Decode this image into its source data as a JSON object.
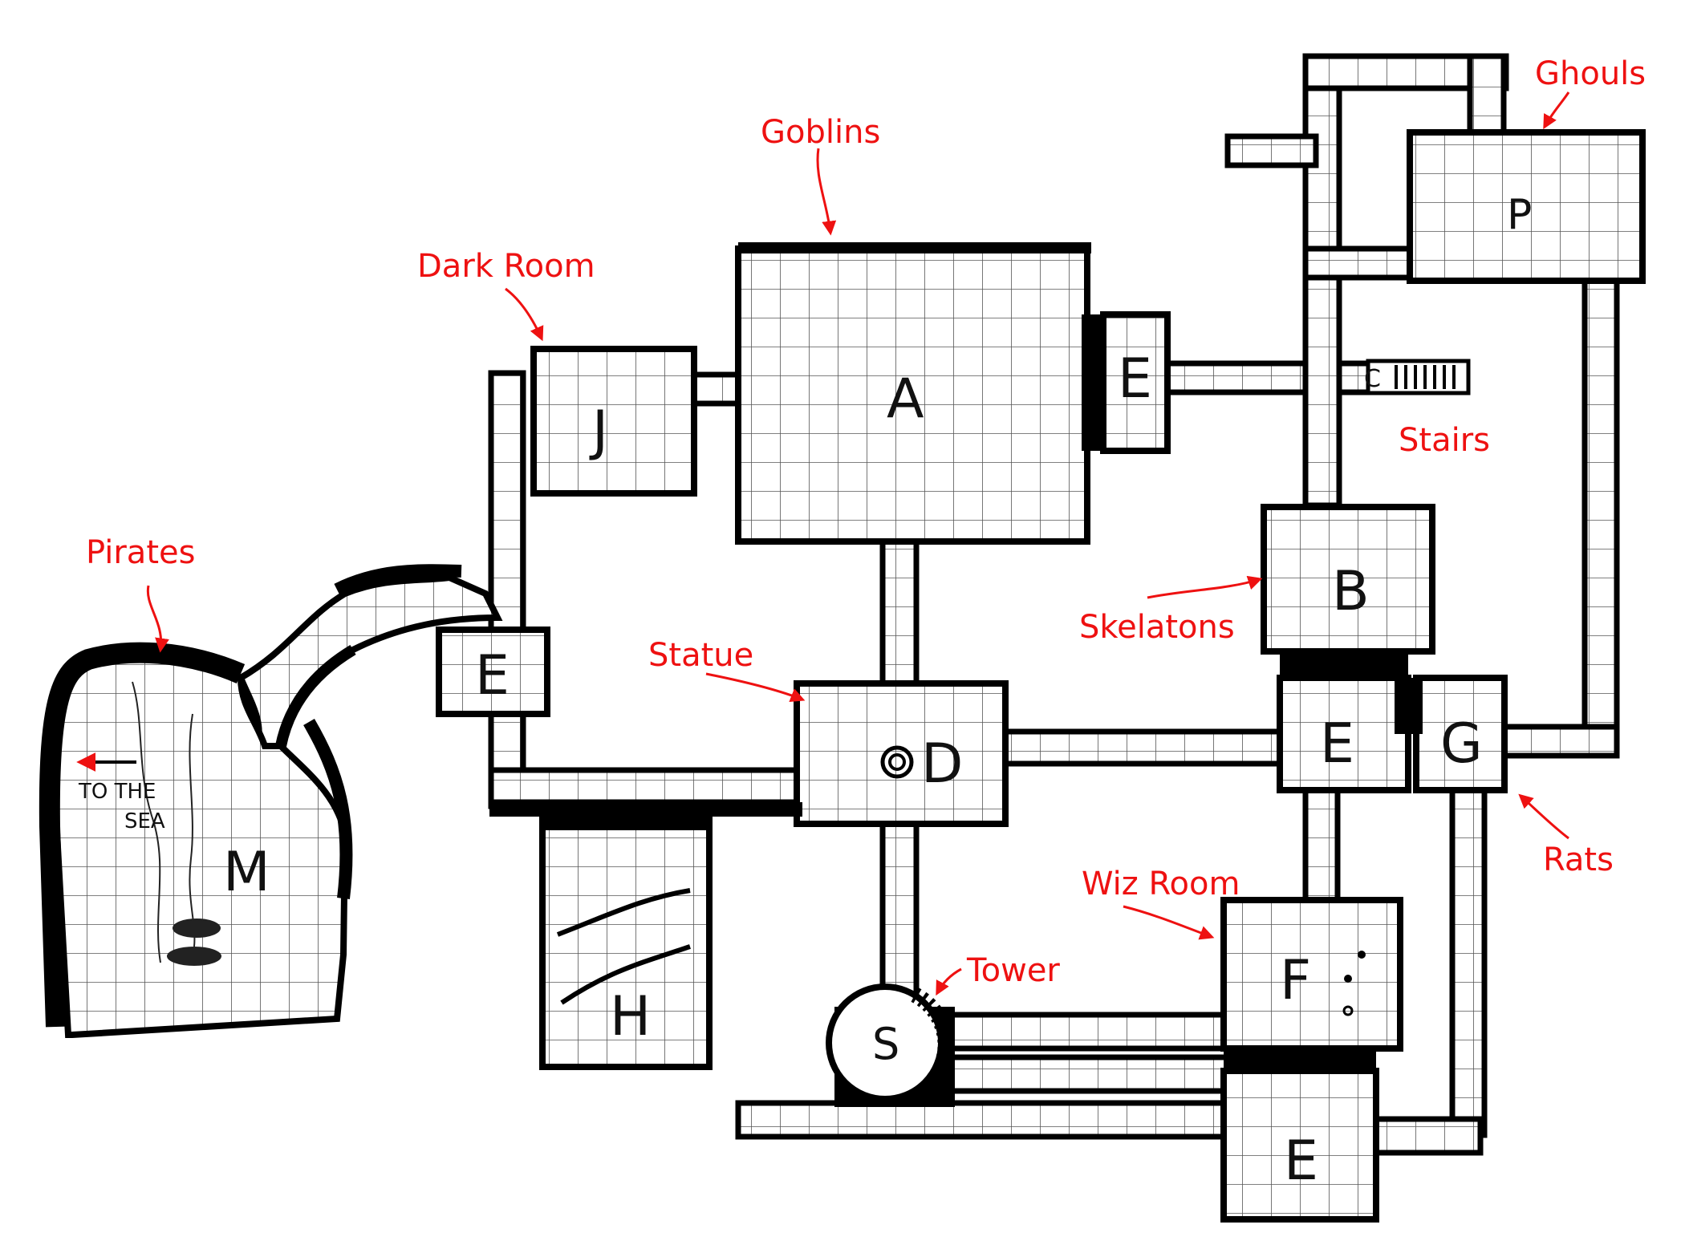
{
  "colors": {
    "annotation": "#ee1111",
    "wall": "#000000",
    "floor": "#ffffff",
    "grid": "#555555"
  },
  "map": {
    "rooms": [
      {
        "id": "A"
      },
      {
        "id": "B"
      },
      {
        "id": "D"
      },
      {
        "id": "E"
      },
      {
        "id": "F"
      },
      {
        "id": "G"
      },
      {
        "id": "H"
      },
      {
        "id": "J"
      },
      {
        "id": "M"
      },
      {
        "id": "P"
      },
      {
        "id": "S"
      }
    ],
    "extra_room_labels": {
      "e_east_of_a": "E",
      "e_west": "E",
      "e_south": "E",
      "stairs_c": "C"
    },
    "sea_note": {
      "line1": "TO THE",
      "line2": "SEA"
    }
  },
  "annotations": [
    {
      "text": "Ghouls",
      "arrow": true
    },
    {
      "text": "Goblins",
      "arrow": true
    },
    {
      "text": "Dark Room",
      "arrow": true
    },
    {
      "text": "Stairs",
      "arrow": false
    },
    {
      "text": "Pirates",
      "arrow": true
    },
    {
      "text": "Statue",
      "arrow": true
    },
    {
      "text": "Skelatons",
      "arrow": true
    },
    {
      "text": "Rats",
      "arrow": true
    },
    {
      "text": "Wiz Room",
      "arrow": true
    },
    {
      "text": "Tower",
      "arrow": true
    }
  ]
}
